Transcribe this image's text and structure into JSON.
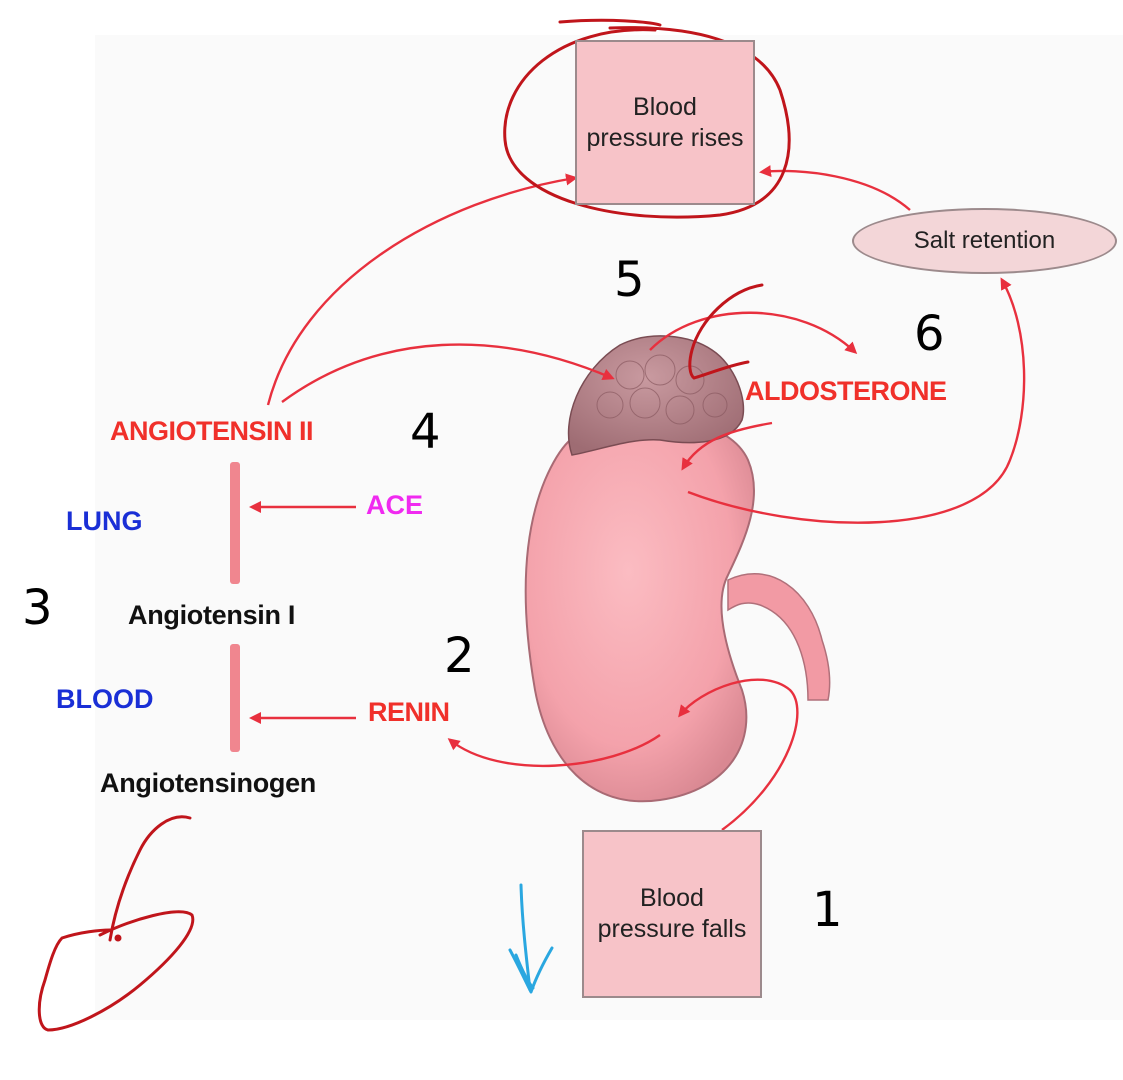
{
  "boxes": {
    "bp_rises": "Blood pressure rises",
    "bp_falls": "Blood pressure falls",
    "salt_retention": "Salt retention"
  },
  "labels": {
    "angiotensin_ii": "ANGIOTENSIN II",
    "lung": "LUNG",
    "ace": "ACE",
    "angiotensin_i": "Angiotensin I",
    "blood": "BLOOD",
    "renin": "RENIN",
    "angiotensinogen": "Angiotensinogen",
    "aldosterone": "ALDOSTERONE"
  },
  "step_numbers": {
    "n1": "1",
    "n2": "2",
    "n3": "3",
    "n4": "4",
    "n5": "5",
    "n6": "6"
  },
  "colors": {
    "box_fill": "#f7c3c8",
    "arrow_red": "#e8303e",
    "kidney": "#f4a6ae",
    "adrenal": "#b9838a",
    "annotation_red": "#c0151b",
    "annotation_blue": "#2aa7e0",
    "label_blue": "#1a2fd6",
    "label_magenta": "#f02af0"
  },
  "icons": {
    "kidney": "kidney-illustration",
    "adrenal": "adrenal-gland-illustration"
  }
}
